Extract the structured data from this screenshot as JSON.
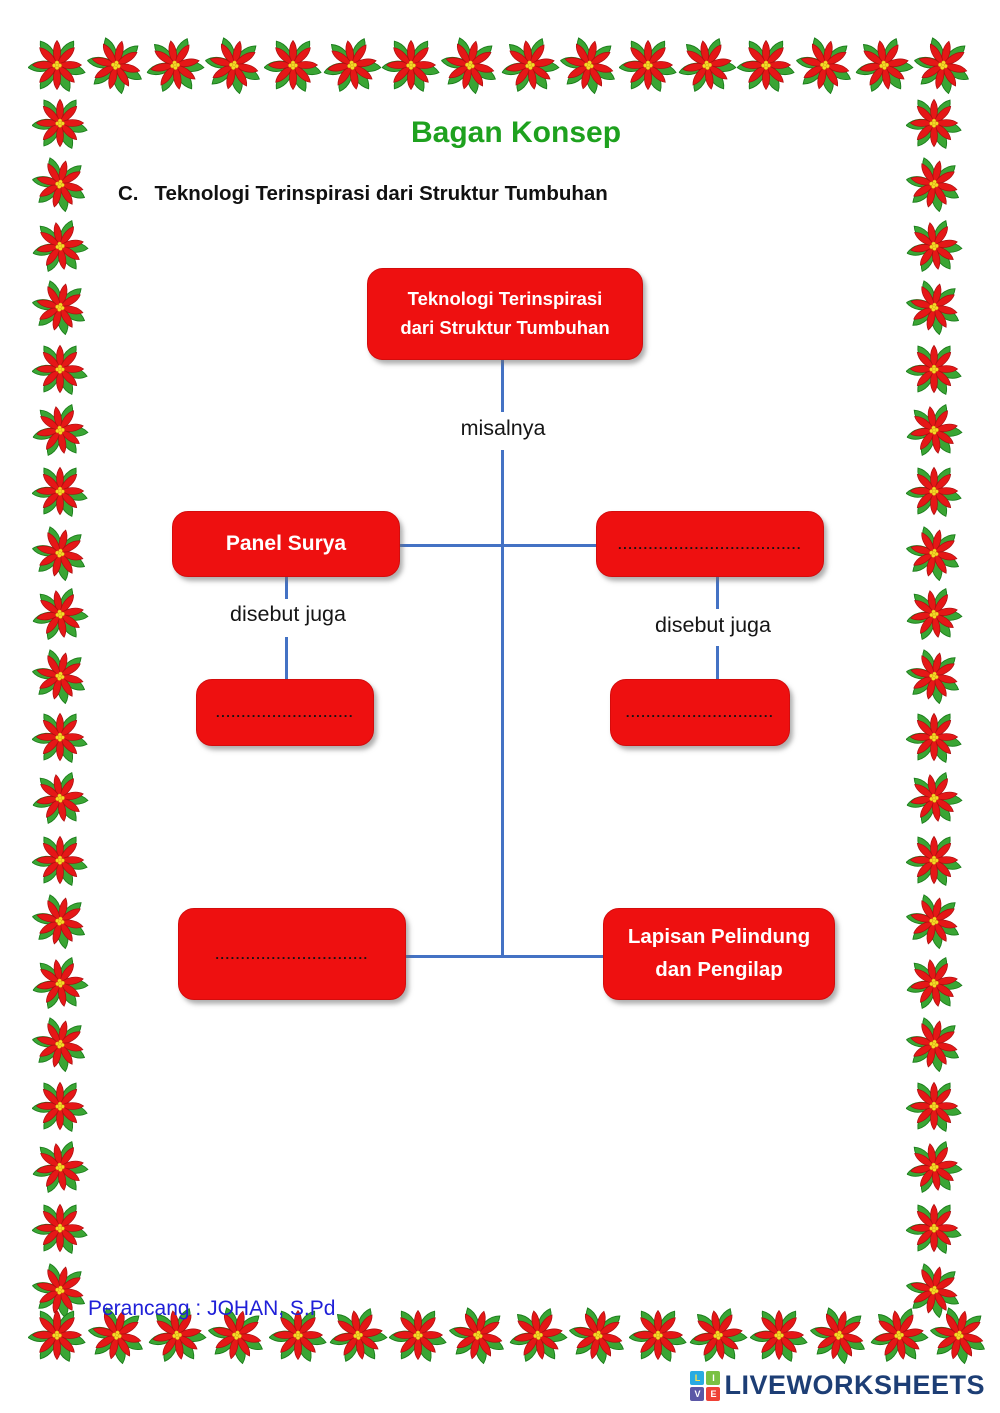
{
  "page": {
    "title": "Bagan Konsep",
    "section": {
      "letter": "C.",
      "text": "Teknologi Terinspirasi dari Struktur Tumbuhan"
    }
  },
  "diagram": {
    "root": {
      "line1": "Teknologi Terinspirasi",
      "line2": "dari Struktur Tumbuhan"
    },
    "edge_label_root": "misalnya",
    "left_branch": {
      "label": "Panel Surya",
      "edge_label": "disebut juga",
      "child_placeholder": "..........................."
    },
    "right_branch": {
      "placeholder": "....................................",
      "edge_label": "disebut juga",
      "child_placeholder": "............................."
    },
    "bottom_left_placeholder": "..............................",
    "bottom_right": {
      "line1": "Lapisan Pelindung",
      "line2": "dan Pengilap"
    }
  },
  "footer": {
    "designer": "Perancang : JOHAN, S.Pd"
  },
  "branding": {
    "logo_text": "LIVEWORKSHEETS",
    "logo_squares": [
      {
        "letter": "L",
        "color": "#29abe2"
      },
      {
        "letter": "I",
        "color": "#7ac143"
      },
      {
        "letter": "V",
        "color": "#5b57a6"
      },
      {
        "letter": "E",
        "color": "#ef4136"
      }
    ]
  },
  "colors": {
    "box_red": "#ee1010",
    "connector_blue": "#4472c4",
    "title_green": "#1ea11e",
    "designer_blue": "#1f1fd8",
    "brand_navy": "#1d3e75"
  }
}
